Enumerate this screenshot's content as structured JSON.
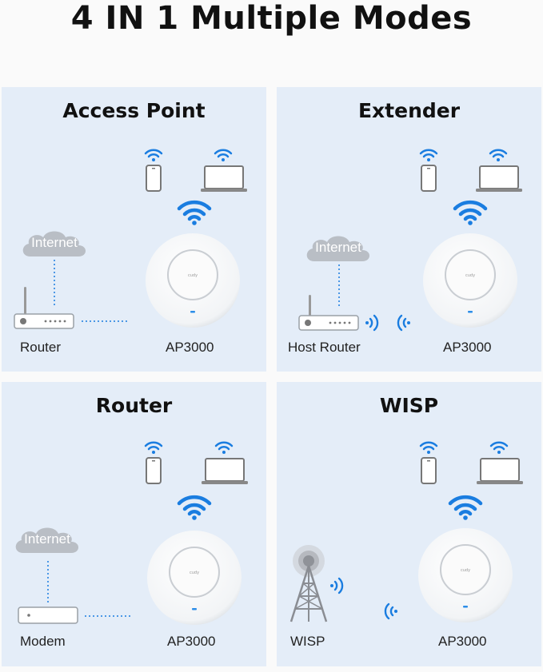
{
  "title": "4 IN 1 Multiple Modes",
  "colors": {
    "accent": "#1a7de0",
    "panel_bg": "#e4edf8",
    "device_gray": "#7a7a7a"
  },
  "panels": [
    {
      "title": "Access Point",
      "source_label": "Router",
      "ap_label": "AP3000",
      "cloud_label": "Internet"
    },
    {
      "title": "Extender",
      "source_label": "Host Router",
      "ap_label": "AP3000",
      "cloud_label": "Internet"
    },
    {
      "title": "Router",
      "source_label": "Modem",
      "ap_label": "AP3000",
      "cloud_label": "Internet"
    },
    {
      "title": "WISP",
      "source_label": "WISP",
      "ap_label": "AP3000"
    }
  ],
  "icons": [
    "wifi-icon",
    "phone-icon",
    "laptop-icon",
    "cloud-icon",
    "router-icon",
    "modem-icon",
    "tower-icon",
    "access-point-icon",
    "signal-waves-icon"
  ],
  "brand": "cudy"
}
